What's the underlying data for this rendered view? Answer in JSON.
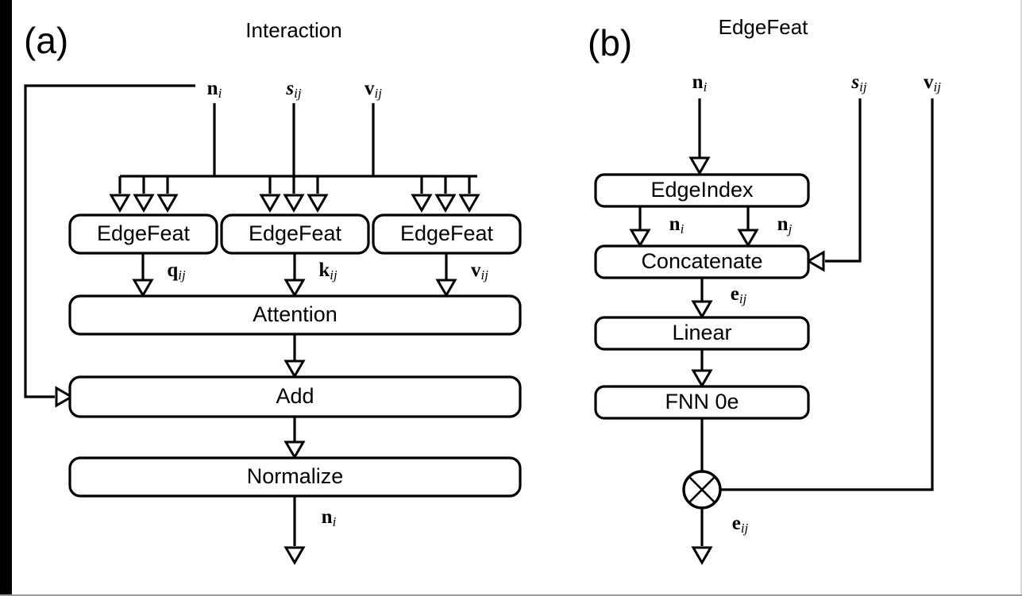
{
  "figure": {
    "panels": [
      {
        "id": "a",
        "letter": "(a)",
        "title": "Interaction",
        "inputs": [
          {
            "name": "n_i",
            "base": "n",
            "sub": "i",
            "style": "bold-upright"
          },
          {
            "name": "s_ij",
            "base": "s",
            "sub": "ij",
            "style": "bold-italic"
          },
          {
            "name": "v_ij",
            "base": "v",
            "sub": "ij",
            "style": "bold-upright"
          }
        ],
        "blocks": [
          {
            "id": "edgefeat-q",
            "label": "EdgeFeat"
          },
          {
            "id": "edgefeat-k",
            "label": "EdgeFeat"
          },
          {
            "id": "edgefeat-v",
            "label": "EdgeFeat"
          },
          {
            "id": "attention",
            "label": "Attention"
          },
          {
            "id": "add",
            "label": "Add"
          },
          {
            "id": "normalize",
            "label": "Normalize"
          }
        ],
        "edge_labels": [
          {
            "id": "q-ij",
            "base": "q",
            "sub": "ij",
            "style": "bold-upright"
          },
          {
            "id": "k-ij",
            "base": "k",
            "sub": "ij",
            "style": "bold-upright"
          },
          {
            "id": "v-ij",
            "base": "v",
            "sub": "ij",
            "style": "bold-upright"
          }
        ],
        "output": {
          "id": "out-n-i",
          "base": "n",
          "sub": "i",
          "style": "bold-upright"
        },
        "skip_connection": {
          "from": "n_i",
          "to": "add",
          "kind": "residual"
        }
      },
      {
        "id": "b",
        "letter": "(b)",
        "title": "EdgeFeat",
        "inputs": [
          {
            "name": "n_i",
            "base": "n",
            "sub": "i",
            "style": "bold-upright"
          },
          {
            "name": "s_ij",
            "base": "s",
            "sub": "ij",
            "style": "bold-italic"
          },
          {
            "name": "v_ij",
            "base": "v",
            "sub": "ij",
            "style": "bold-upright"
          }
        ],
        "blocks": [
          {
            "id": "edgeindex",
            "label": "EdgeIndex"
          },
          {
            "id": "concatenate",
            "label": "Concatenate"
          },
          {
            "id": "linear",
            "label": "Linear"
          },
          {
            "id": "fnn0e",
            "label": "FNN 0e"
          }
        ],
        "edge_labels": [
          {
            "id": "ni-left",
            "base": "n",
            "sub": "i",
            "style": "bold-upright"
          },
          {
            "id": "nj-right",
            "base": "n",
            "sub": "j",
            "style": "bold-upright"
          },
          {
            "id": "e-ij-1",
            "base": "e",
            "sub": "ij",
            "style": "bold-upright"
          },
          {
            "id": "e-ij-2",
            "base": "e",
            "sub": "ij",
            "style": "bold-upright"
          }
        ],
        "operator": {
          "id": "multiply",
          "glyph": "circled-times",
          "name": "multiply-node"
        },
        "output": {
          "id": "out-e-ij",
          "base": "e",
          "sub": "ij",
          "style": "bold-upright"
        }
      }
    ],
    "colors": {
      "stroke": "#000000",
      "fill": "#ffffff",
      "background": "#ffffff",
      "gutter": "#000000"
    }
  }
}
